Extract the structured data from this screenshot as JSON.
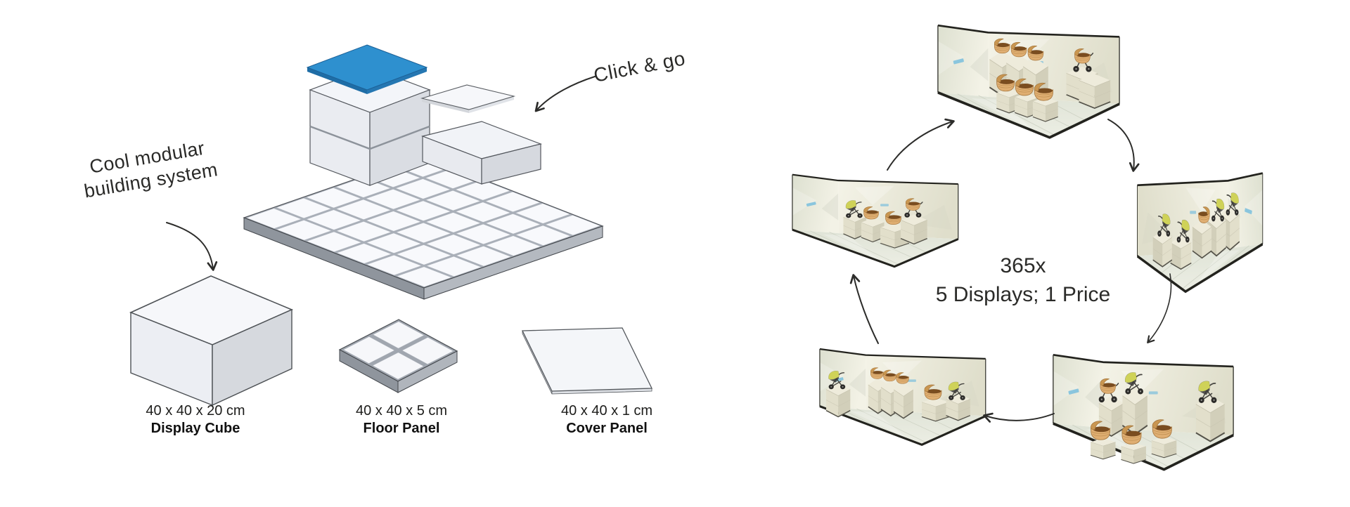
{
  "left_panel": {
    "headline": {
      "line1": "Cool modular",
      "line2": "building system"
    },
    "callout": "Click & go",
    "components": [
      {
        "dimensions": "40 x 40 x 20 cm",
        "name": "Display Cube"
      },
      {
        "dimensions": "40 x 40 x 5 cm",
        "name": "Floor Panel"
      },
      {
        "dimensions": "40 x 40 x 1 cm",
        "name": "Cover Panel"
      }
    ],
    "illustration": {
      "floor_grid_rows": 6,
      "floor_grid_cols": 6
    }
  },
  "right_panel": {
    "center_text": {
      "line1": "365x",
      "line2": "5 Displays; 1 Price"
    },
    "display_count": 5
  },
  "colors": {
    "accent_blue": "#2e90cf",
    "panel_white": "#f6f7fa",
    "wall_cream": "#eeedde",
    "basket_tan": "#dfae72",
    "stroller_yellow": "#cfd258"
  }
}
